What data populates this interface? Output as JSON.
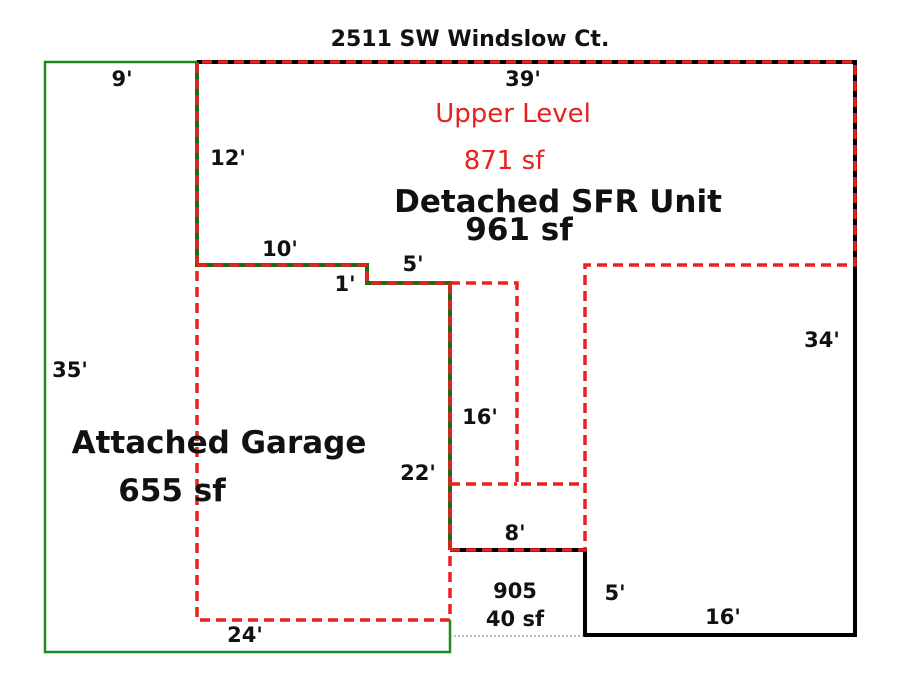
{
  "title": "2511 SW Windslow Ct.",
  "upper_level": {
    "label": "Upper Level",
    "area": "871 sf"
  },
  "detached_unit": {
    "label": "Detached SFR Unit",
    "area": "961 sf"
  },
  "garage": {
    "label": "Attached Garage",
    "area": "655 sf"
  },
  "small_area": {
    "line1": "905",
    "line2": "40 sf"
  },
  "dimensions": {
    "top_left": "9'",
    "top": "39'",
    "left_upper": "12'",
    "step_a": "10'",
    "step_b": "1'",
    "step_c": "5'",
    "left": "35'",
    "right": "34'",
    "inner": "16'",
    "garage_right": "22'",
    "inner_bottom": "8'",
    "notch": "5'",
    "bottom_right": "16'",
    "garage_bottom": "24'"
  },
  "colors": {
    "lot": "#1e8a1e",
    "upper": "#e8211d",
    "outline": "#000000"
  }
}
